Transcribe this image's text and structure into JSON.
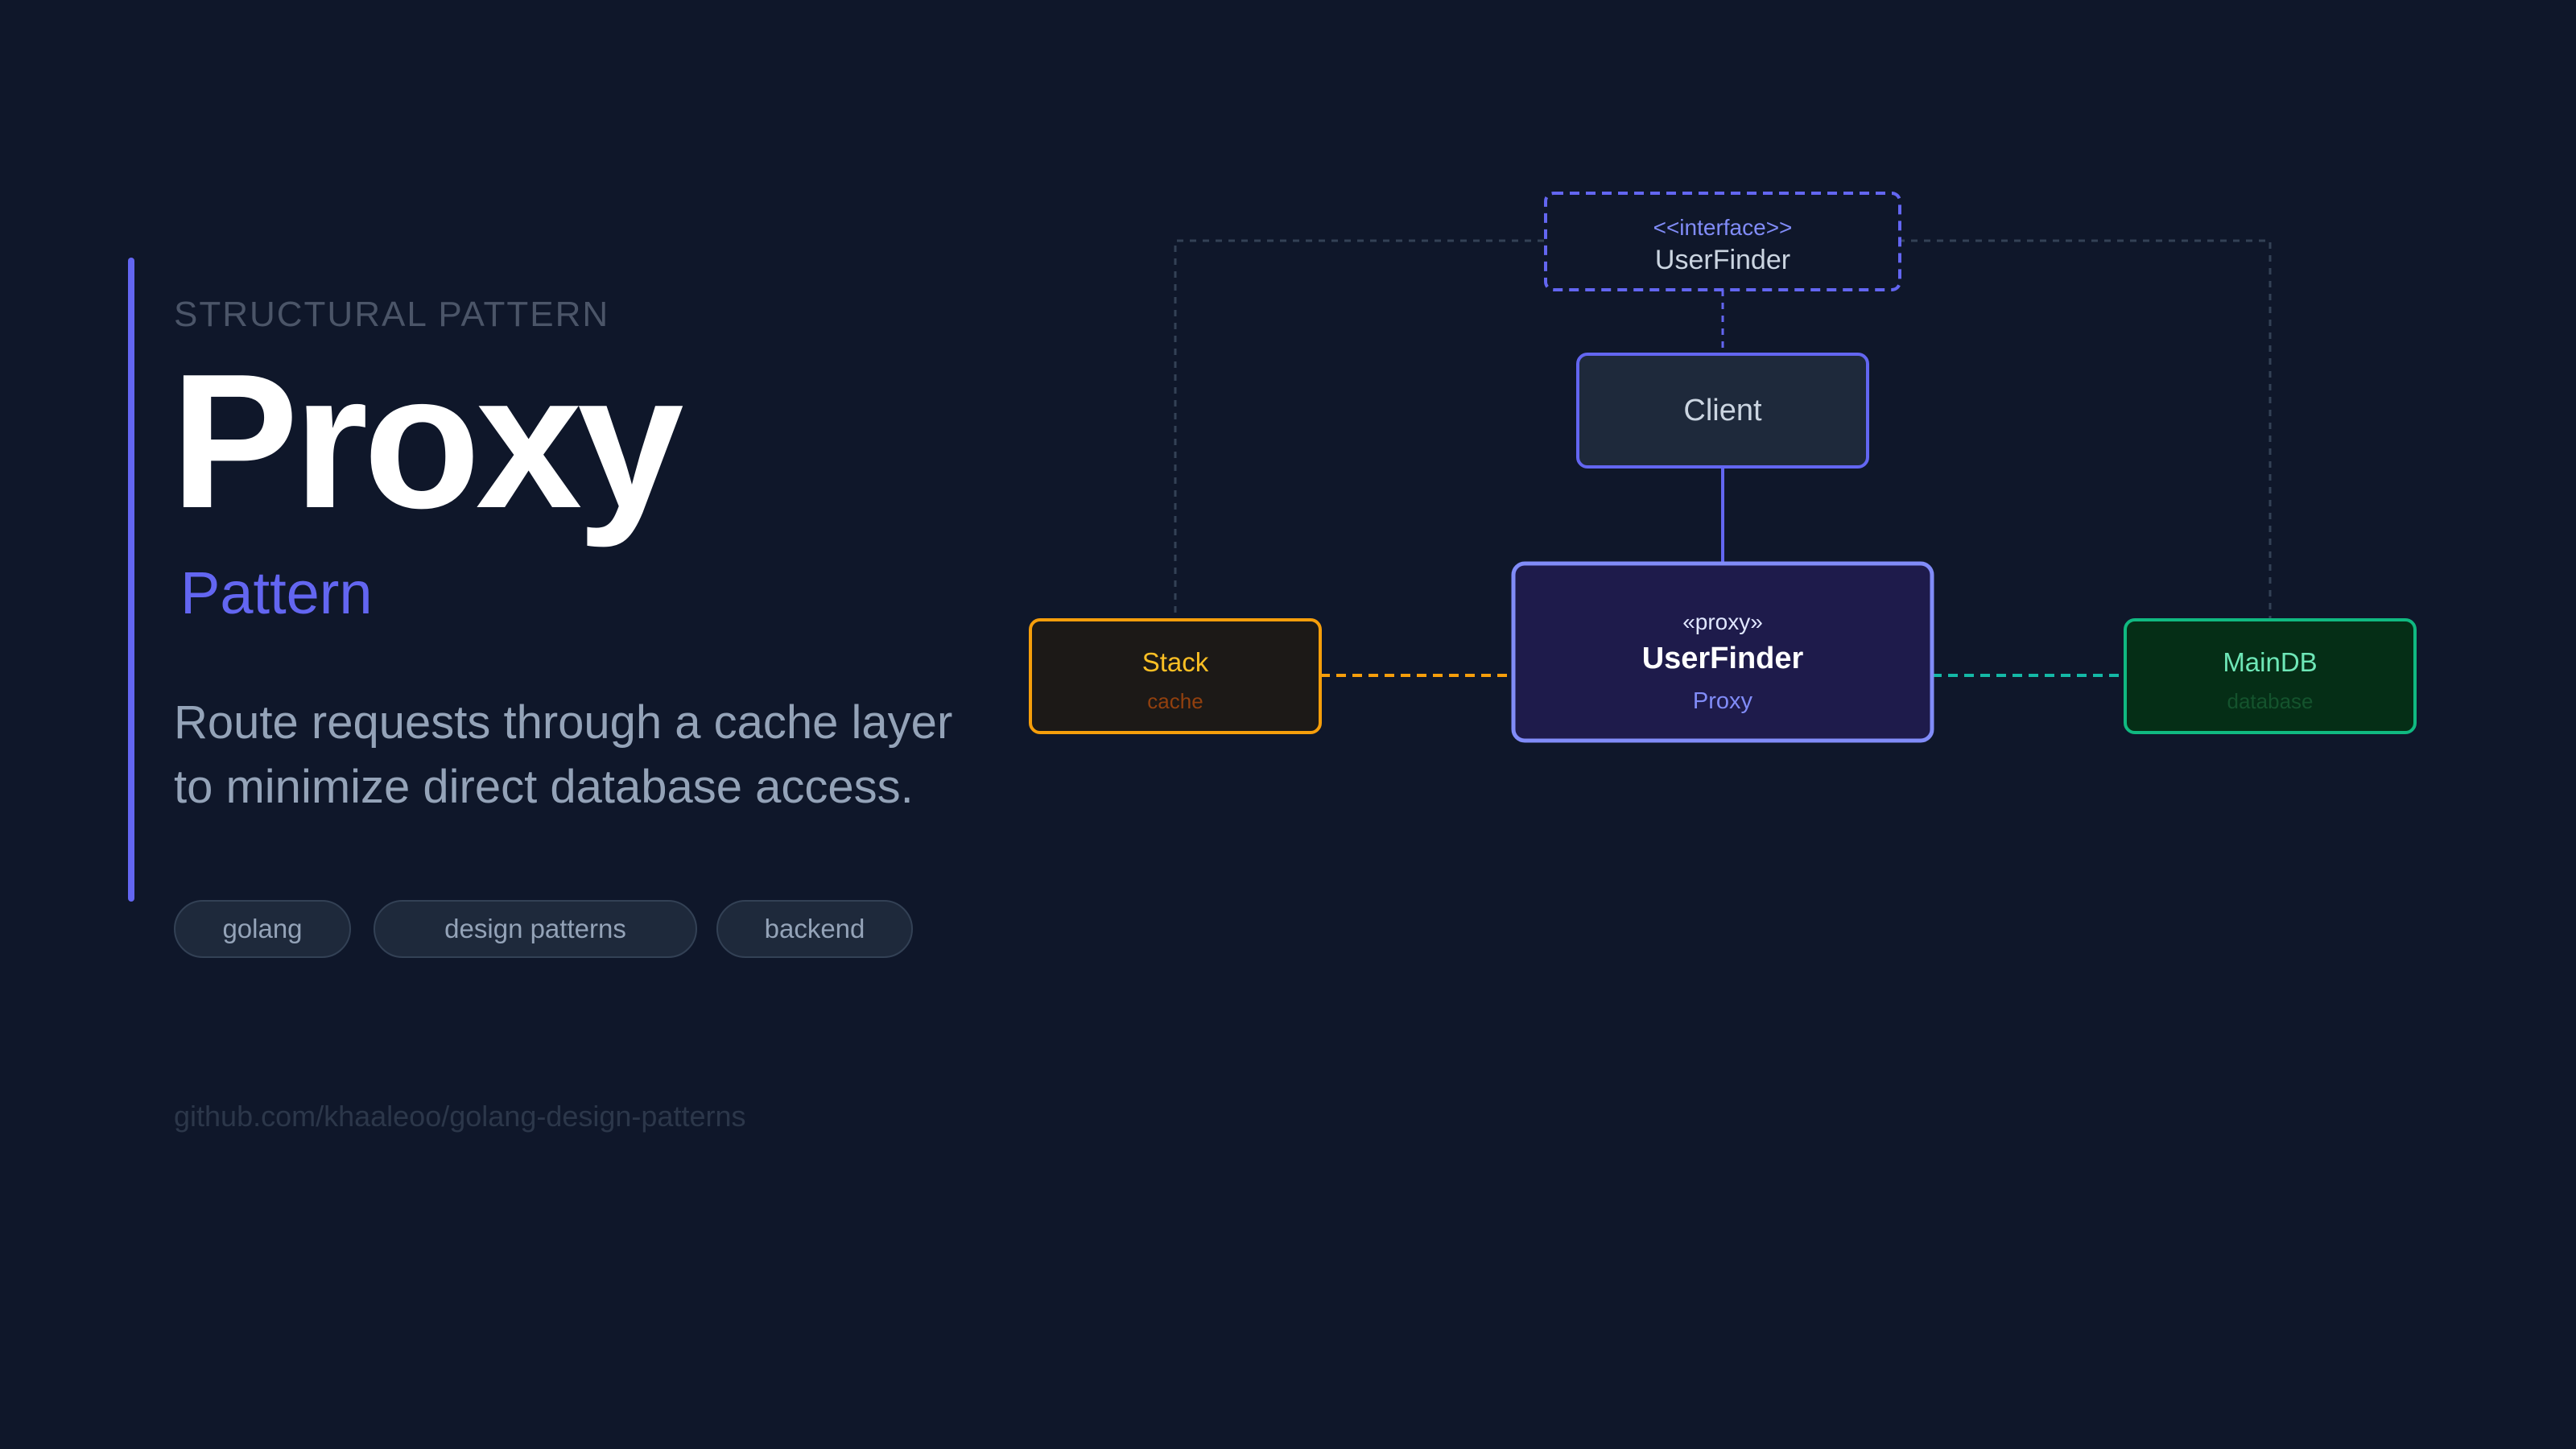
{
  "header": {
    "eyebrow": "STRUCTURAL PATTERN",
    "title": "Proxy",
    "subtitle": "Pattern"
  },
  "description": {
    "line1": "Route requests through a cache layer",
    "line2": "to minimize direct database access."
  },
  "tags": [
    "golang",
    "design patterns",
    "backend"
  ],
  "footer": {
    "link": "github.com/khaaleoo/golang-design-patterns"
  },
  "diagram": {
    "interface": {
      "stereotype": "<<interface>>",
      "name": "UserFinder"
    },
    "client": {
      "name": "Client"
    },
    "proxy": {
      "stereotype": "«proxy»",
      "name": "UserFinder",
      "role": "Proxy"
    },
    "cache": {
      "name": "Stack",
      "role": "cache"
    },
    "database": {
      "name": "MainDB",
      "role": "database"
    }
  },
  "colors": {
    "background": "#0f172a",
    "accent": "#6366f1",
    "cache": "#f59e0b",
    "database": "#10b981",
    "title": "#ffffff"
  }
}
